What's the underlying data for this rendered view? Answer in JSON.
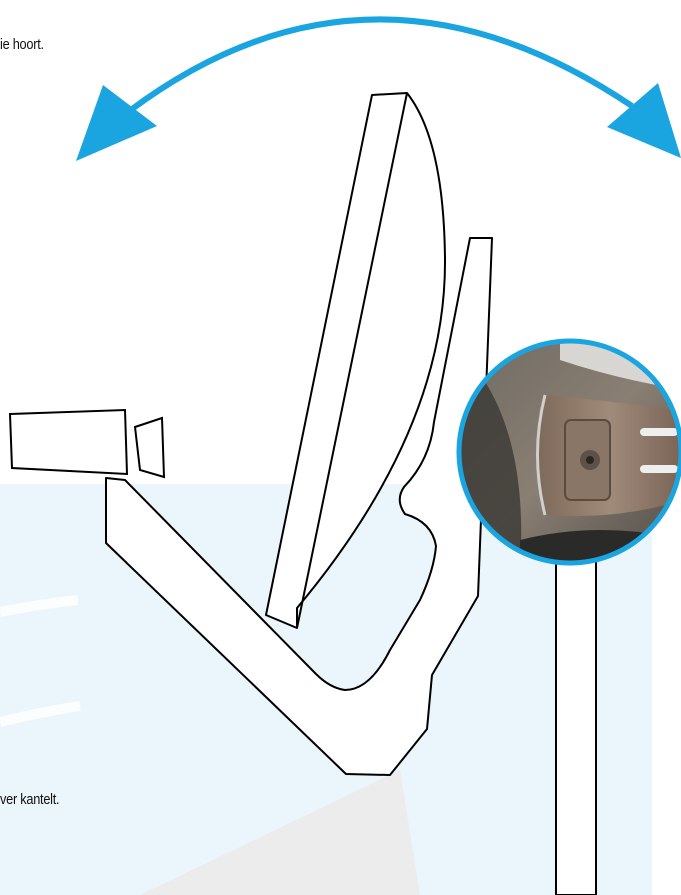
{
  "captions": {
    "top": "ie hoort.",
    "bottom": "ver kantelt."
  },
  "colors": {
    "arrow": "#1aa5e0",
    "panel": "#eaf6fb",
    "outline": "#000000",
    "fill": "#ffffff"
  },
  "icons": {
    "arrow": "curved-double-arrow-icon",
    "detail": "bracket-closeup-photo"
  }
}
